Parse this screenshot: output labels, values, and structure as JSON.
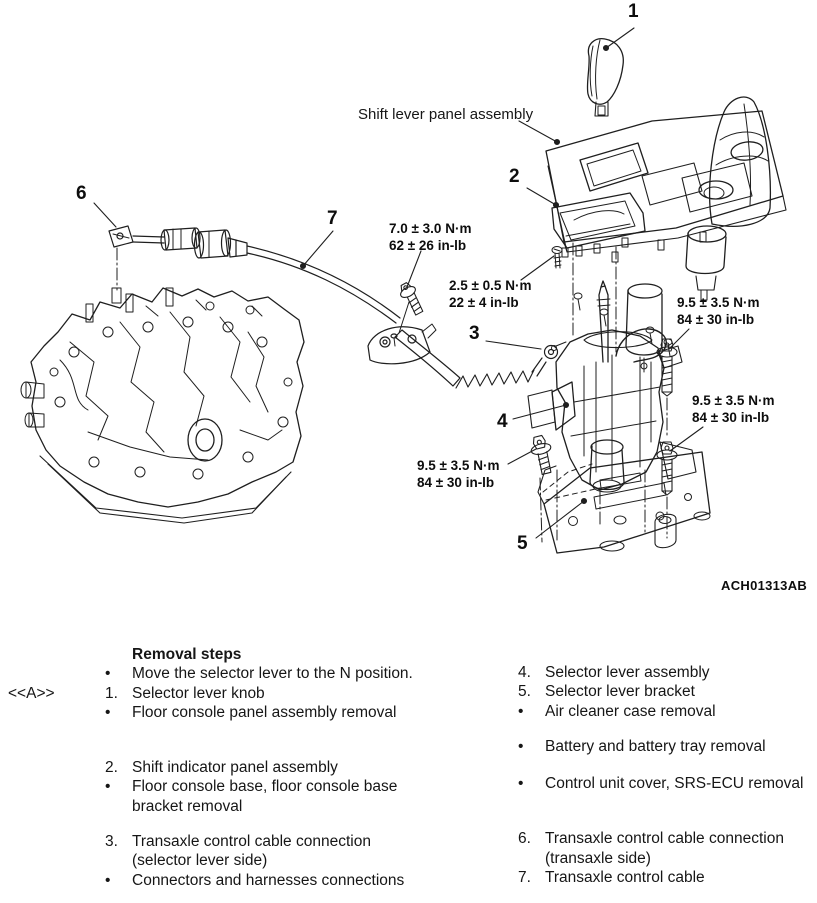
{
  "figure": {
    "part_label": "Shift lever panel assembly",
    "figure_code": "ACH01313AB",
    "callouts": [
      "1",
      "2",
      "3",
      "4",
      "5",
      "6",
      "7"
    ],
    "torque_labels": [
      {
        "nm": "7.0 ± 3.0 N·m",
        "inlb": "62 ± 26 in-lb"
      },
      {
        "nm": "2.5 ± 0.5 N·m",
        "inlb": "22 ± 4 in-lb"
      },
      {
        "nm": "9.5 ± 3.5 N·m",
        "inlb": "84 ± 30 in-lb"
      },
      {
        "nm": "9.5 ± 3.5 N·m",
        "inlb": "84 ± 30 in-lb"
      },
      {
        "nm": "9.5 ± 3.5 N·m",
        "inlb": "84 ± 30 in-lb"
      }
    ]
  },
  "steps": {
    "title": "Removal steps",
    "left_groups": [
      [
        {
          "marker": "",
          "text": "Removal steps"
        },
        {
          "marker": "•",
          "text": "Move the selector lever to the N position."
        },
        {
          "marker": "1.",
          "side": "<<A>>",
          "text": "Selector lever knob"
        },
        {
          "marker": "•",
          "text": "Floor console panel assembly removal"
        }
      ],
      [
        {
          "marker": "2.",
          "text": "Shift indicator panel assembly"
        },
        {
          "marker": "•",
          "text": "Floor console base, floor console base bracket removal"
        }
      ],
      [
        {
          "marker": "3.",
          "text": "Transaxle control cable connection (selector lever side)"
        },
        {
          "marker": "•",
          "text": "Connectors and harnesses connections"
        }
      ]
    ],
    "right_groups": [
      [
        {
          "marker": "4.",
          "text": "Selector lever assembly"
        },
        {
          "marker": "5.",
          "text": "Selector lever bracket"
        },
        {
          "marker": "•",
          "text": "Air cleaner case removal"
        }
      ],
      [
        {
          "marker": "•",
          "text": "Battery and battery tray removal"
        }
      ],
      [
        {
          "marker": "•",
          "text": "Control unit cover, SRS-ECU removal"
        }
      ],
      [
        {
          "marker": "6.",
          "text": "Transaxle control cable connection (transaxle side)"
        },
        {
          "marker": "7.",
          "text": "Transaxle control cable"
        }
      ]
    ]
  },
  "colors": {
    "line": "#1f1f1f",
    "text": "#111111",
    "background": "#ffffff"
  }
}
